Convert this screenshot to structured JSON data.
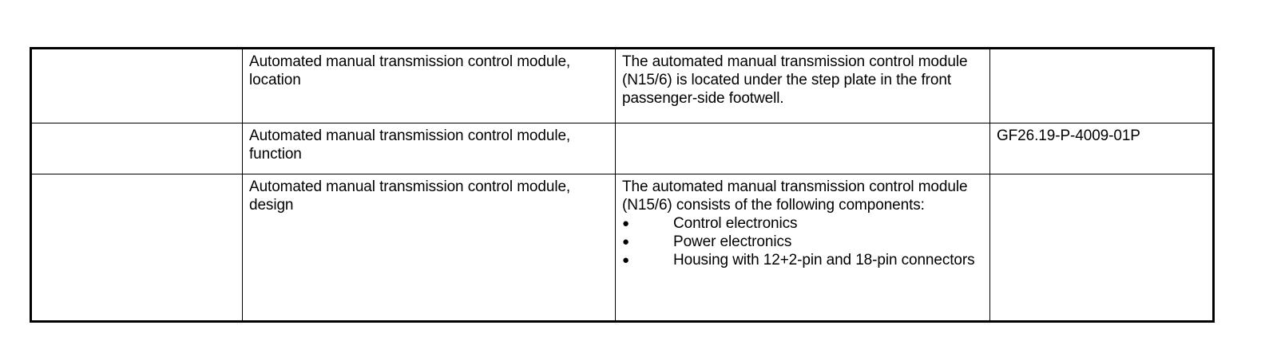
{
  "document": {
    "type": "specification-table",
    "background_color": "#ffffff",
    "text_color": "#000000",
    "border_color": "#000000"
  },
  "table": {
    "columns": 4,
    "column_roles": [
      "blank",
      "topic",
      "description",
      "reference"
    ],
    "rows": [
      {
        "id": "location",
        "col1": "",
        "col2": "Automated manual transmission control module, location",
        "col3": "The automated manual transmission control module (N15/6) is located under the step plate in the front passenger-side footwell.",
        "col4": ""
      },
      {
        "id": "function",
        "col1": "",
        "col2": "Automated manual transmission control module, function",
        "col3": "",
        "col4": "GF26.19-P-4009-01P"
      },
      {
        "id": "design",
        "col1": "",
        "col2": "Automated manual transmission control module, design",
        "col3_intro": "The automated manual transmission control module (N15/6) consists of the following components:",
        "col3_bullets": [
          "Control electronics",
          "Power electronics",
          "Housing with 12+2-pin and 18-pin connectors"
        ],
        "bullet_glyph": "●",
        "col4": ""
      }
    ]
  }
}
